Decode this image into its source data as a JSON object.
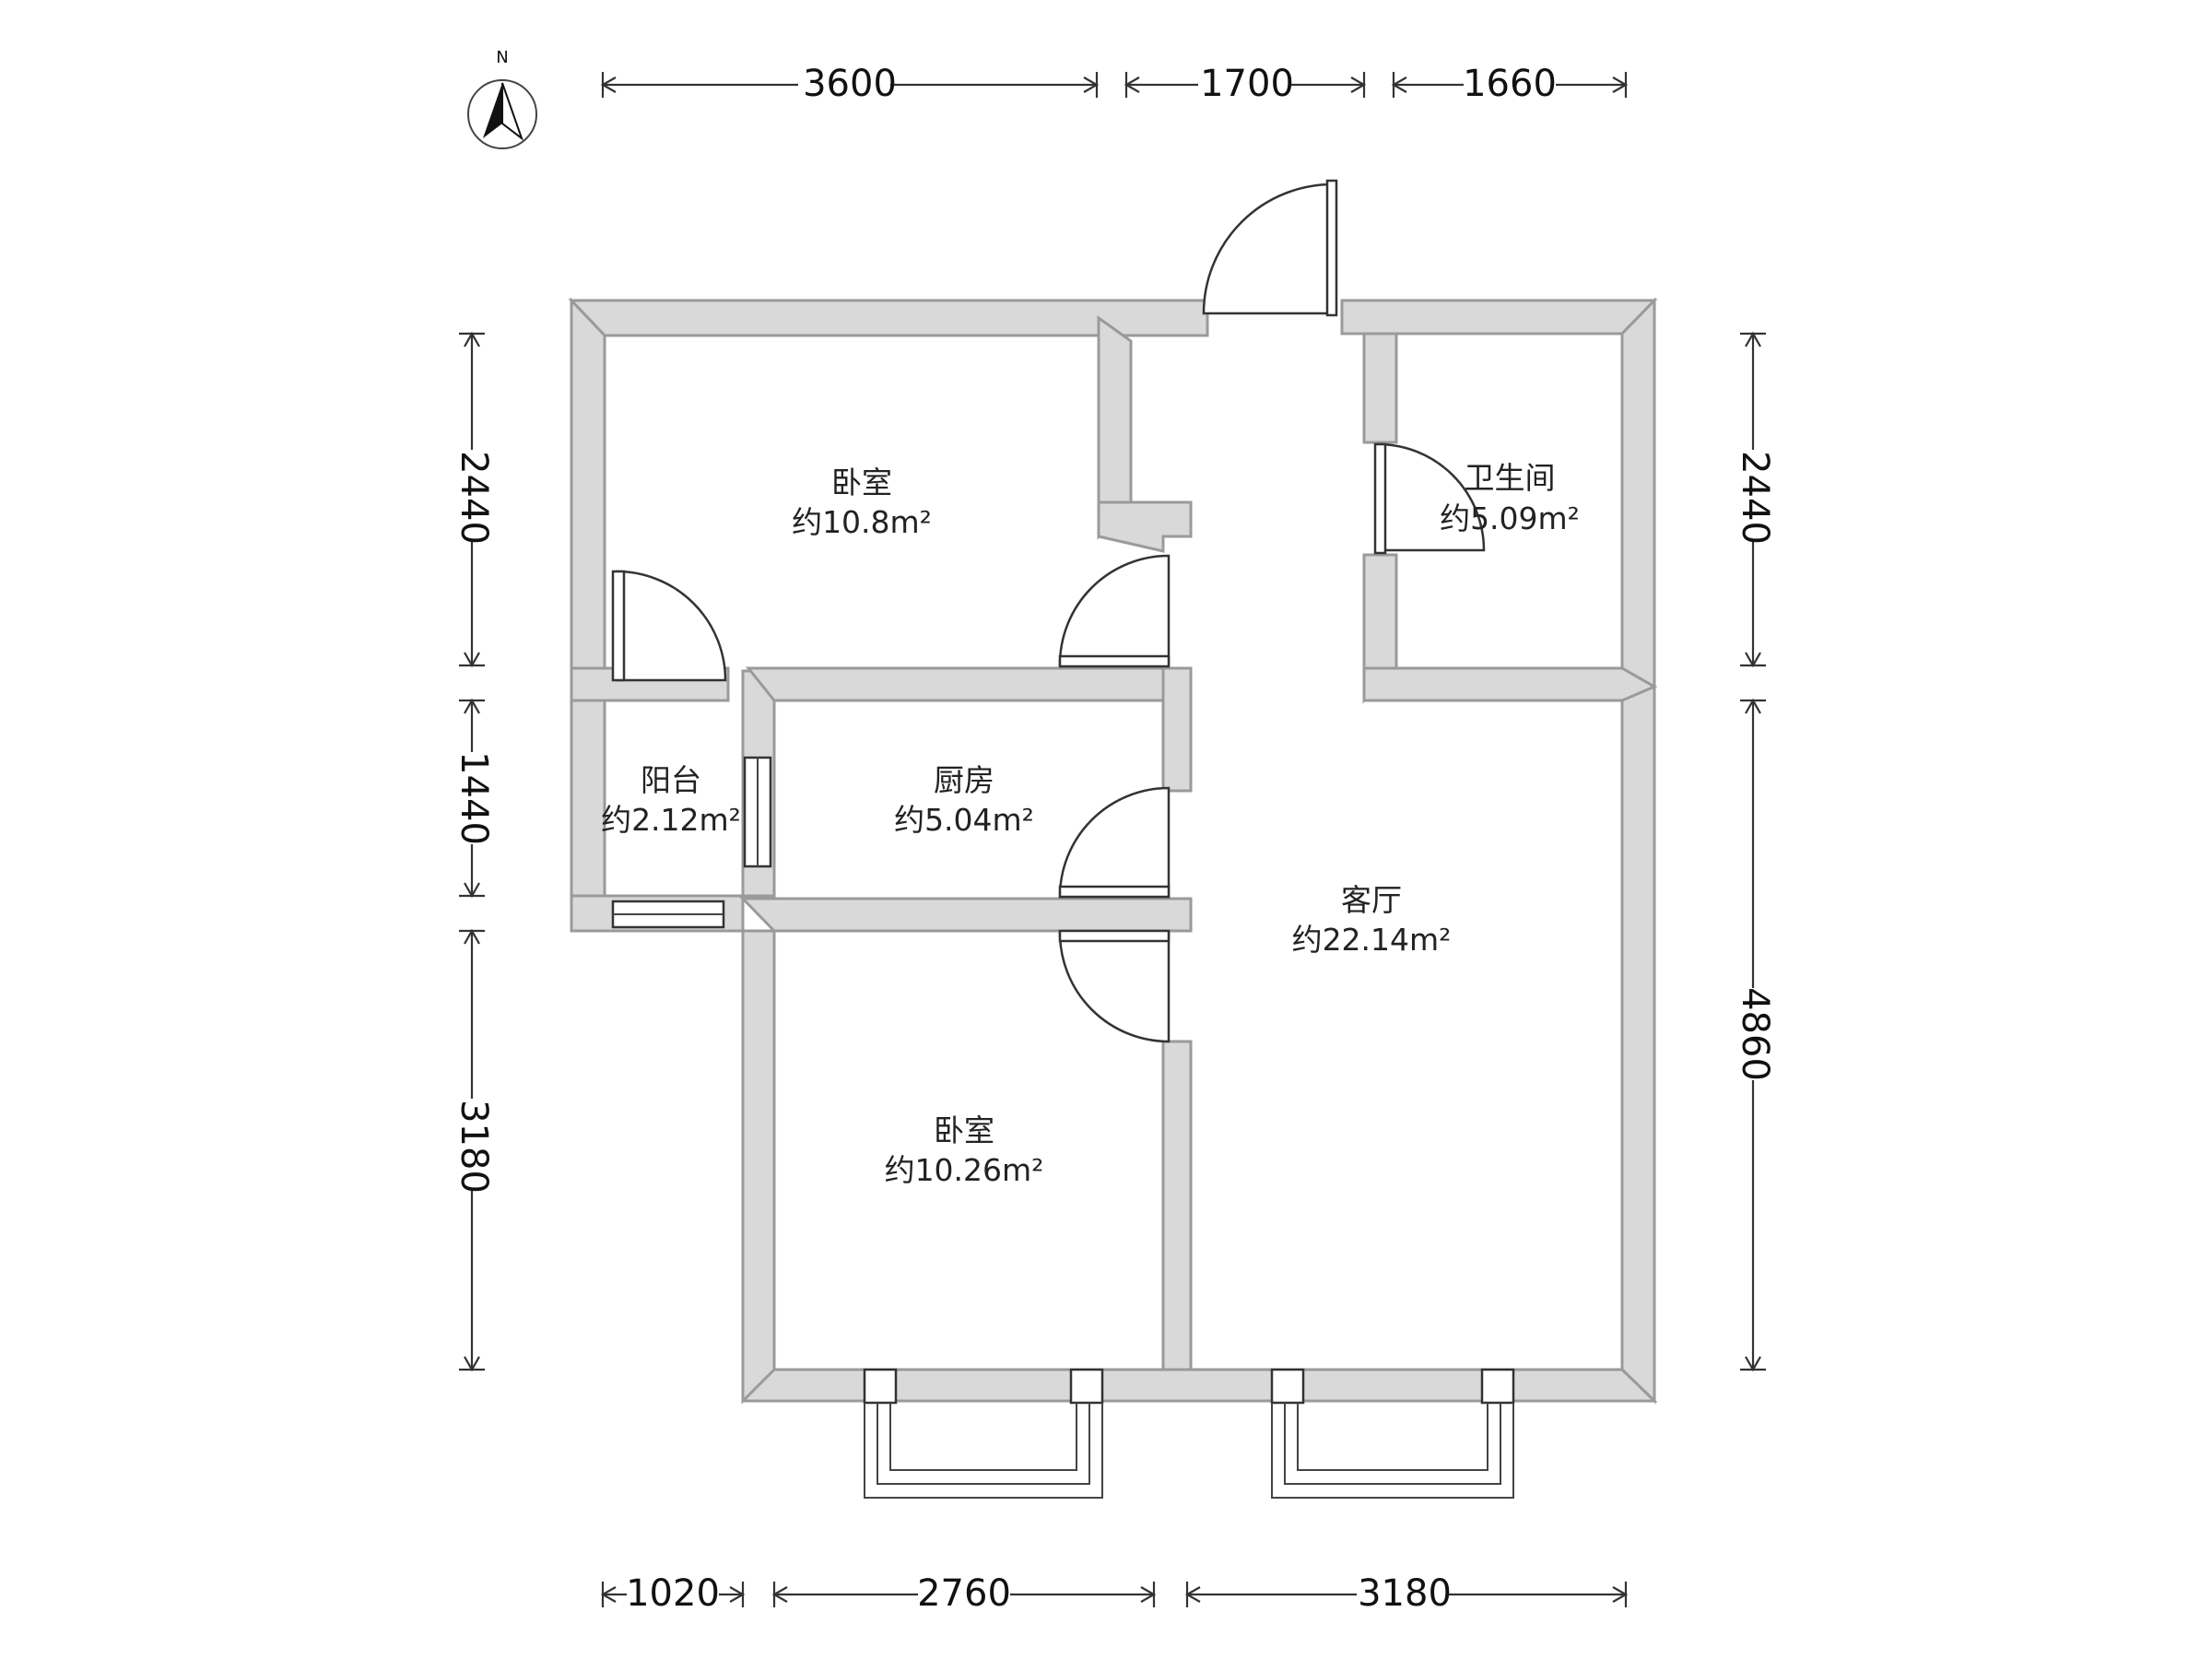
{
  "compass": {
    "label": "N"
  },
  "dimensions": {
    "top": [
      "3600",
      "1700",
      "1660"
    ],
    "bottom": [
      "1020",
      "2760",
      "3180"
    ],
    "left": [
      "2440",
      "1440",
      "3180"
    ],
    "right": [
      "2440",
      "4860"
    ]
  },
  "rooms": {
    "bedroom_north": {
      "name": "卧室",
      "area": "约10.8m²"
    },
    "bathroom": {
      "name": "卫生间",
      "area": "约5.09m²"
    },
    "balcony": {
      "name": "阳台",
      "area": "约2.12m²"
    },
    "kitchen": {
      "name": "厨房",
      "area": "约5.04m²"
    },
    "living_room": {
      "name": "客厅",
      "area": "约22.14m²"
    },
    "bedroom_south": {
      "name": "卧室",
      "area": "约10.26m²"
    }
  }
}
